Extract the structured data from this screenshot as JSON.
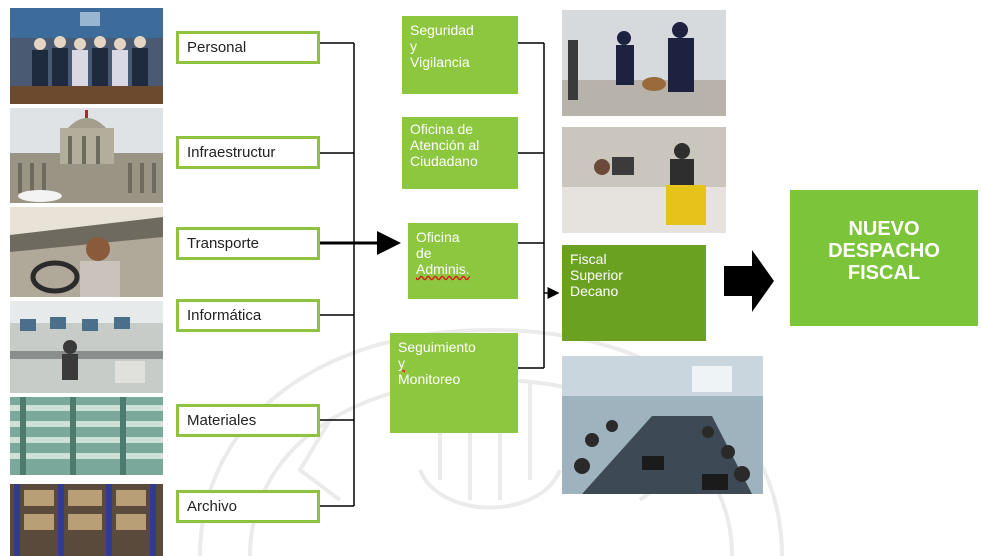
{
  "departments": [
    {
      "label": "Personal",
      "photo": "staff-group-photo"
    },
    {
      "label": "Infraestructur",
      "photo": "palace-building-photo"
    },
    {
      "label": "Transporte",
      "photo": "car-driver-photo"
    },
    {
      "label": "Informática",
      "photo": "computer-office-photo"
    },
    {
      "label": "Materiales",
      "photo": "supply-shelves-photo"
    },
    {
      "label": "Archivo",
      "photo": "archive-shelves-photo"
    }
  ],
  "services": {
    "security": "Seguridad\ny\nVigilancia",
    "citizen_office": "Oficina de\nAtención al\nCiudadano",
    "admin_office_top": "Oficina\nde",
    "admin_office_bottom": "Adminis.",
    "monitoring_top": "Seguimiento",
    "monitoring_mid": "y",
    "monitoring_bottom": "Monitoreo",
    "prosecutor": "Fiscal\nSuperior\nDecano"
  },
  "result": "NUEVO\nDESPACHO\nFISCAL",
  "colors": {
    "green": "#8dc63f",
    "dark_green": "#6aa121",
    "border_green": "#8fc23f"
  }
}
